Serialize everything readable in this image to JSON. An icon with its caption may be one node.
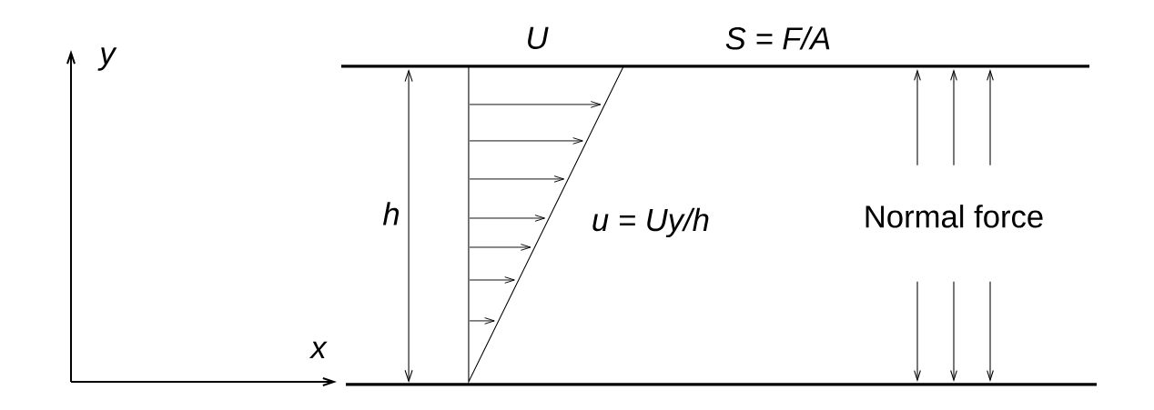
{
  "diagram": {
    "labels": [
      "y",
      "x",
      "U",
      "S = F/A",
      "h",
      "u = Uy/h",
      "Normal force"
    ]
  }
}
